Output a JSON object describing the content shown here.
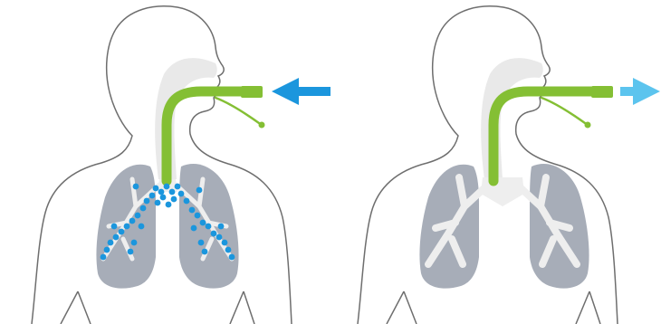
{
  "diagram": {
    "panels": [
      {
        "id": "inhalation",
        "arrow_direction": "left"
      },
      {
        "id": "exhalation",
        "arrow_direction": "right"
      }
    ],
    "colors": {
      "body_outline": "#6e6e6e",
      "airway": "#e9e9e9",
      "lung": "#a7adb8",
      "bronchi": "#eeeeee",
      "tube": "#84bf34",
      "particles": "#1b96dd",
      "arrow_inhale": "#1b96dd",
      "arrow_exhale": "#5cc4ee"
    },
    "icons": {
      "arrow_inhale": "arrow-left-icon",
      "arrow_exhale": "arrow-right-icon"
    }
  }
}
